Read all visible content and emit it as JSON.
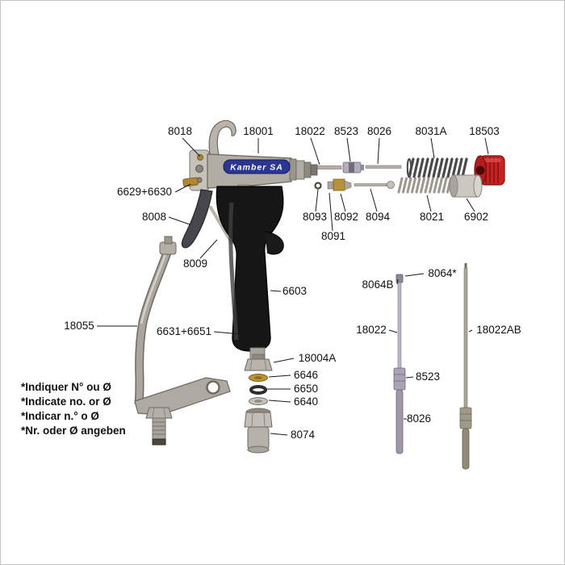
{
  "plate": {
    "text": "Kamber SA"
  },
  "callouts": [
    "8018",
    "18001",
    "18022",
    "8523",
    "8026",
    "8031A",
    "18503",
    "6629+6630",
    "8008",
    "8093",
    "8091",
    "8092",
    "8094",
    "8021",
    "6902",
    "8009",
    "6603",
    "8064B",
    "8064*",
    "18055",
    "18022",
    "18022AB",
    "6631+6651",
    "18004A",
    "6646",
    "6650",
    "6640",
    "8523",
    "8026",
    "8074"
  ],
  "footnotes": [
    "*Indiquer N° ou Ø",
    "*Indicate no. or Ø",
    "*Indicar n.° o Ø",
    "*Nr. oder Ø angeben"
  ],
  "colors": {
    "plate_blue": "#2a3692",
    "knob_red": "#c62222",
    "brass": "#b8923a",
    "metal_gray": "#b2aea6",
    "handle_black": "#161616"
  }
}
